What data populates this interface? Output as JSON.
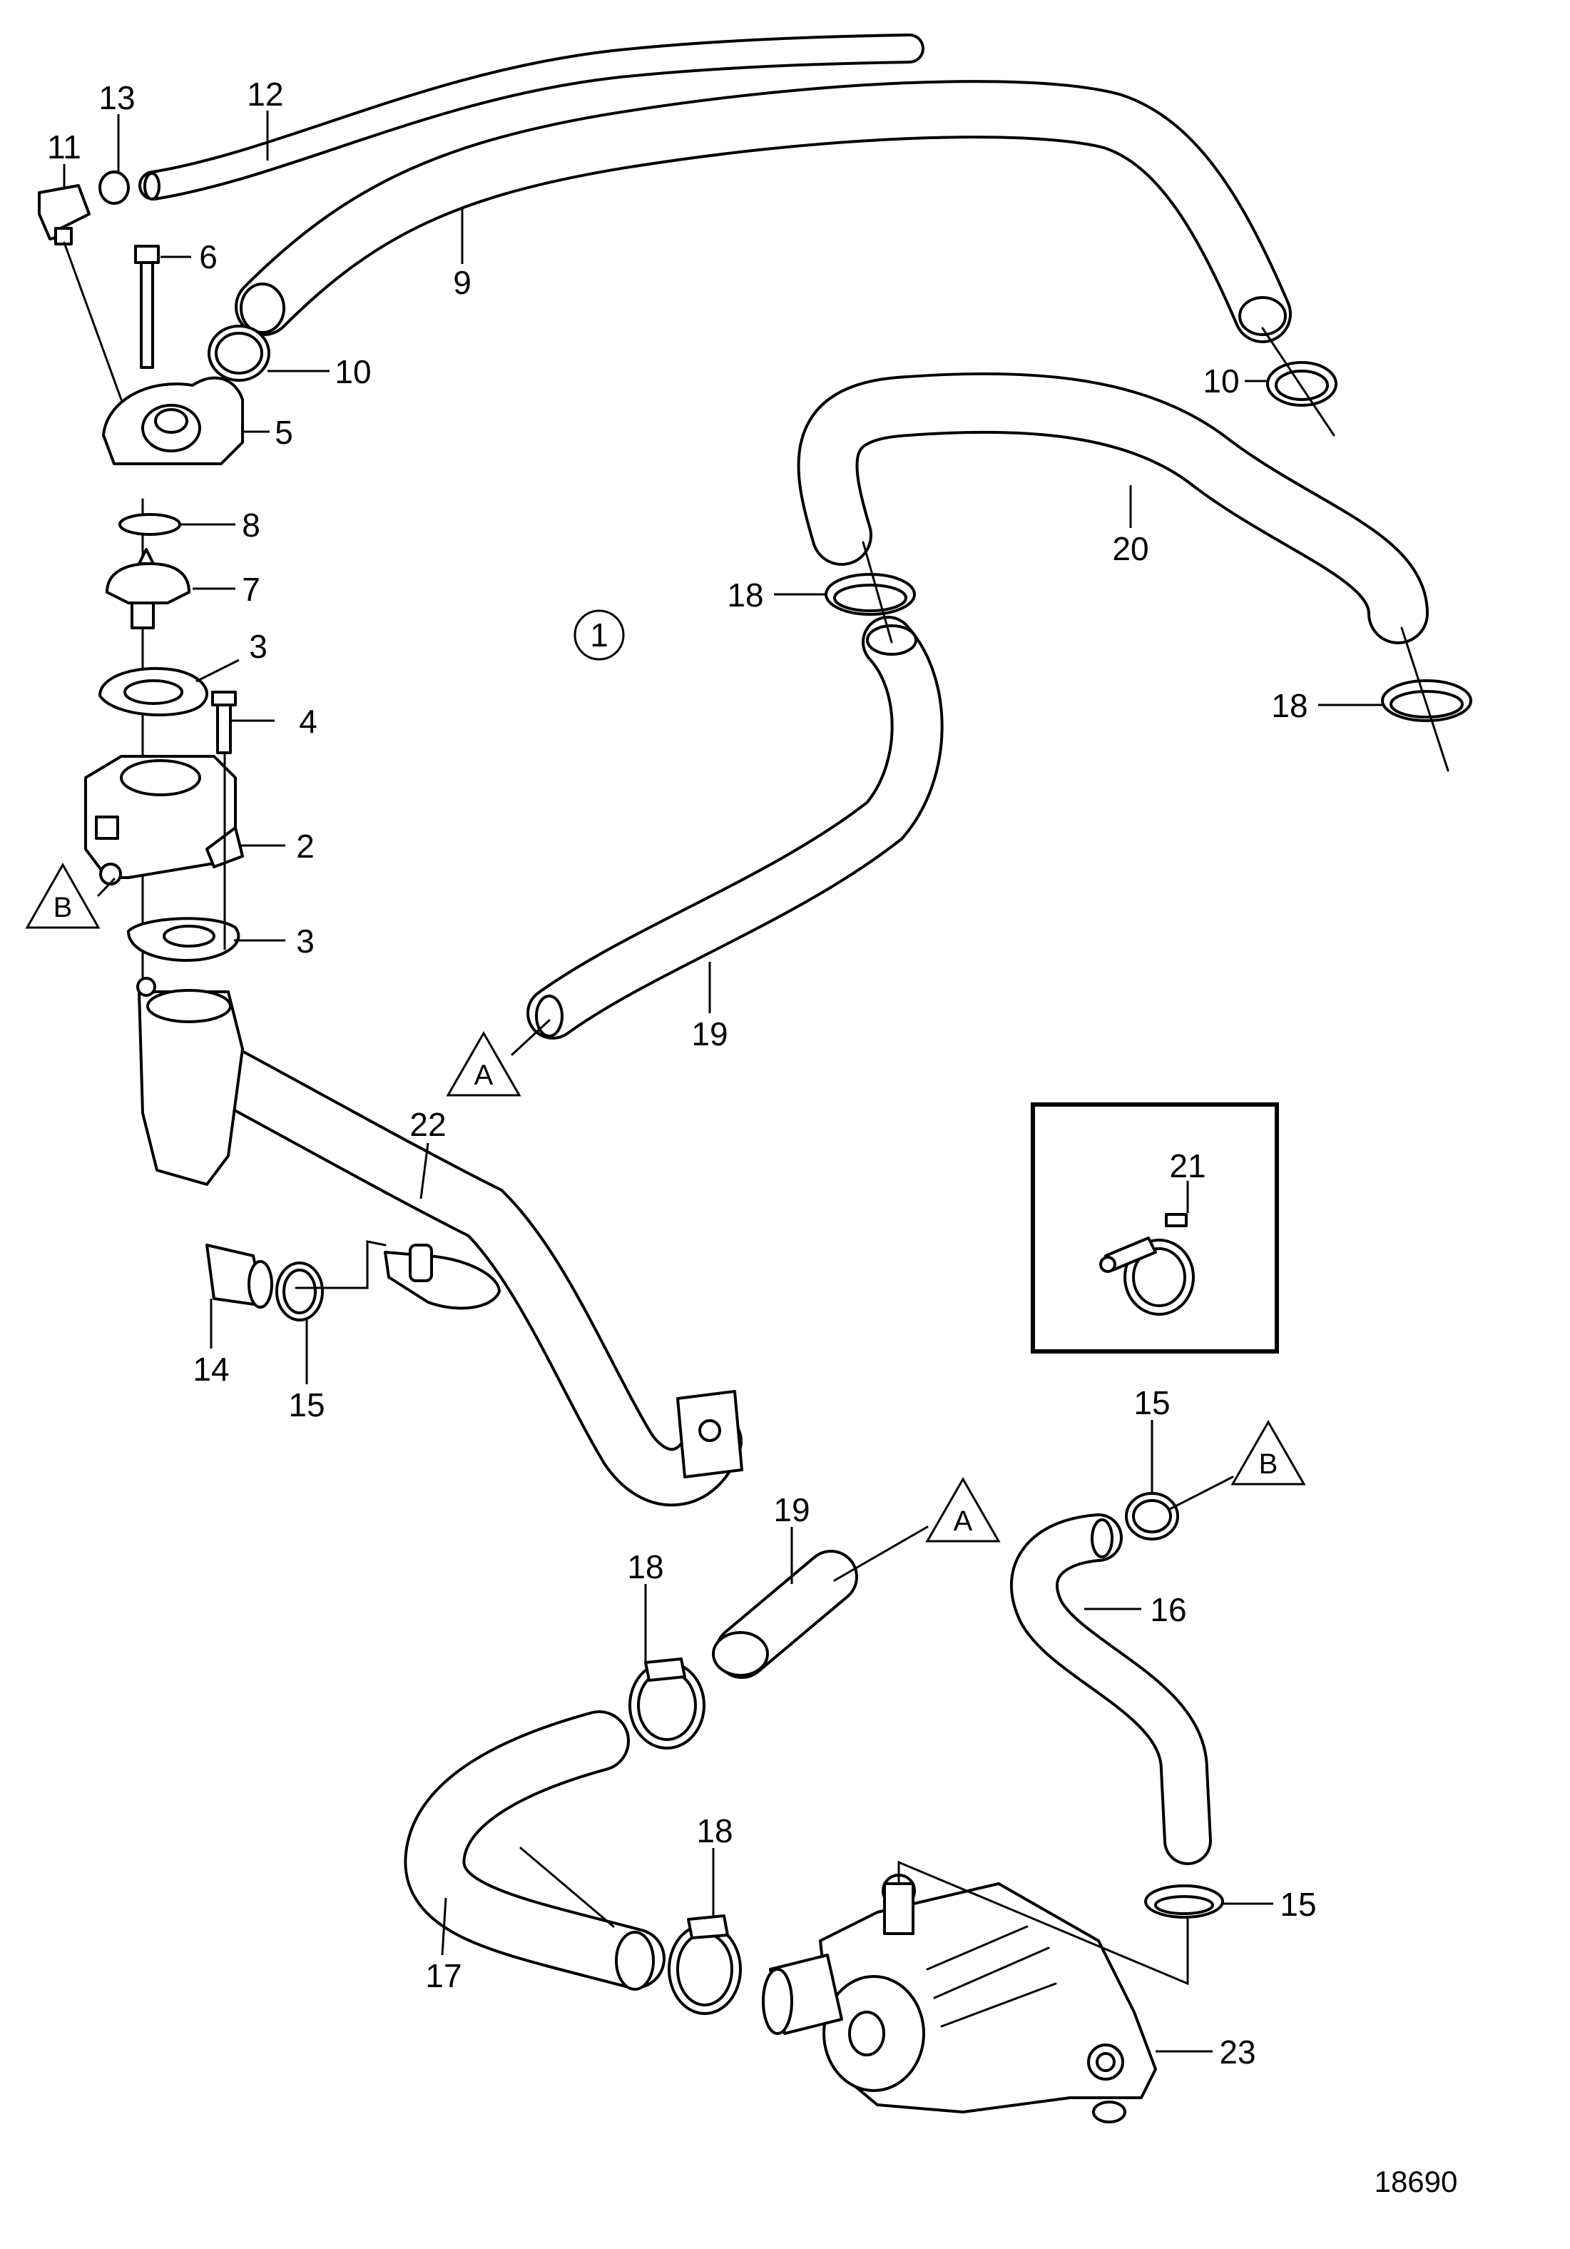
{
  "drawing_number": "18690",
  "view_marker": "1",
  "reference_markers": {
    "a": "A",
    "b": "B"
  },
  "callouts": {
    "c2": "2",
    "c3a": "3",
    "c3b": "3",
    "c4": "4",
    "c5": "5",
    "c6": "6",
    "c7": "7",
    "c8": "8",
    "c9": "9",
    "c10a": "10",
    "c10b": "10",
    "c11": "11",
    "c12": "12",
    "c13": "13",
    "c14": "14",
    "c15a": "15",
    "c15b": "15",
    "c15c": "15",
    "c16": "16",
    "c17": "17",
    "c18a": "18",
    "c18b": "18",
    "c18c": "18",
    "c18d": "18",
    "c19a": "19",
    "c19b": "19",
    "c20": "20",
    "c21": "21",
    "c22": "22",
    "c23": "23"
  }
}
